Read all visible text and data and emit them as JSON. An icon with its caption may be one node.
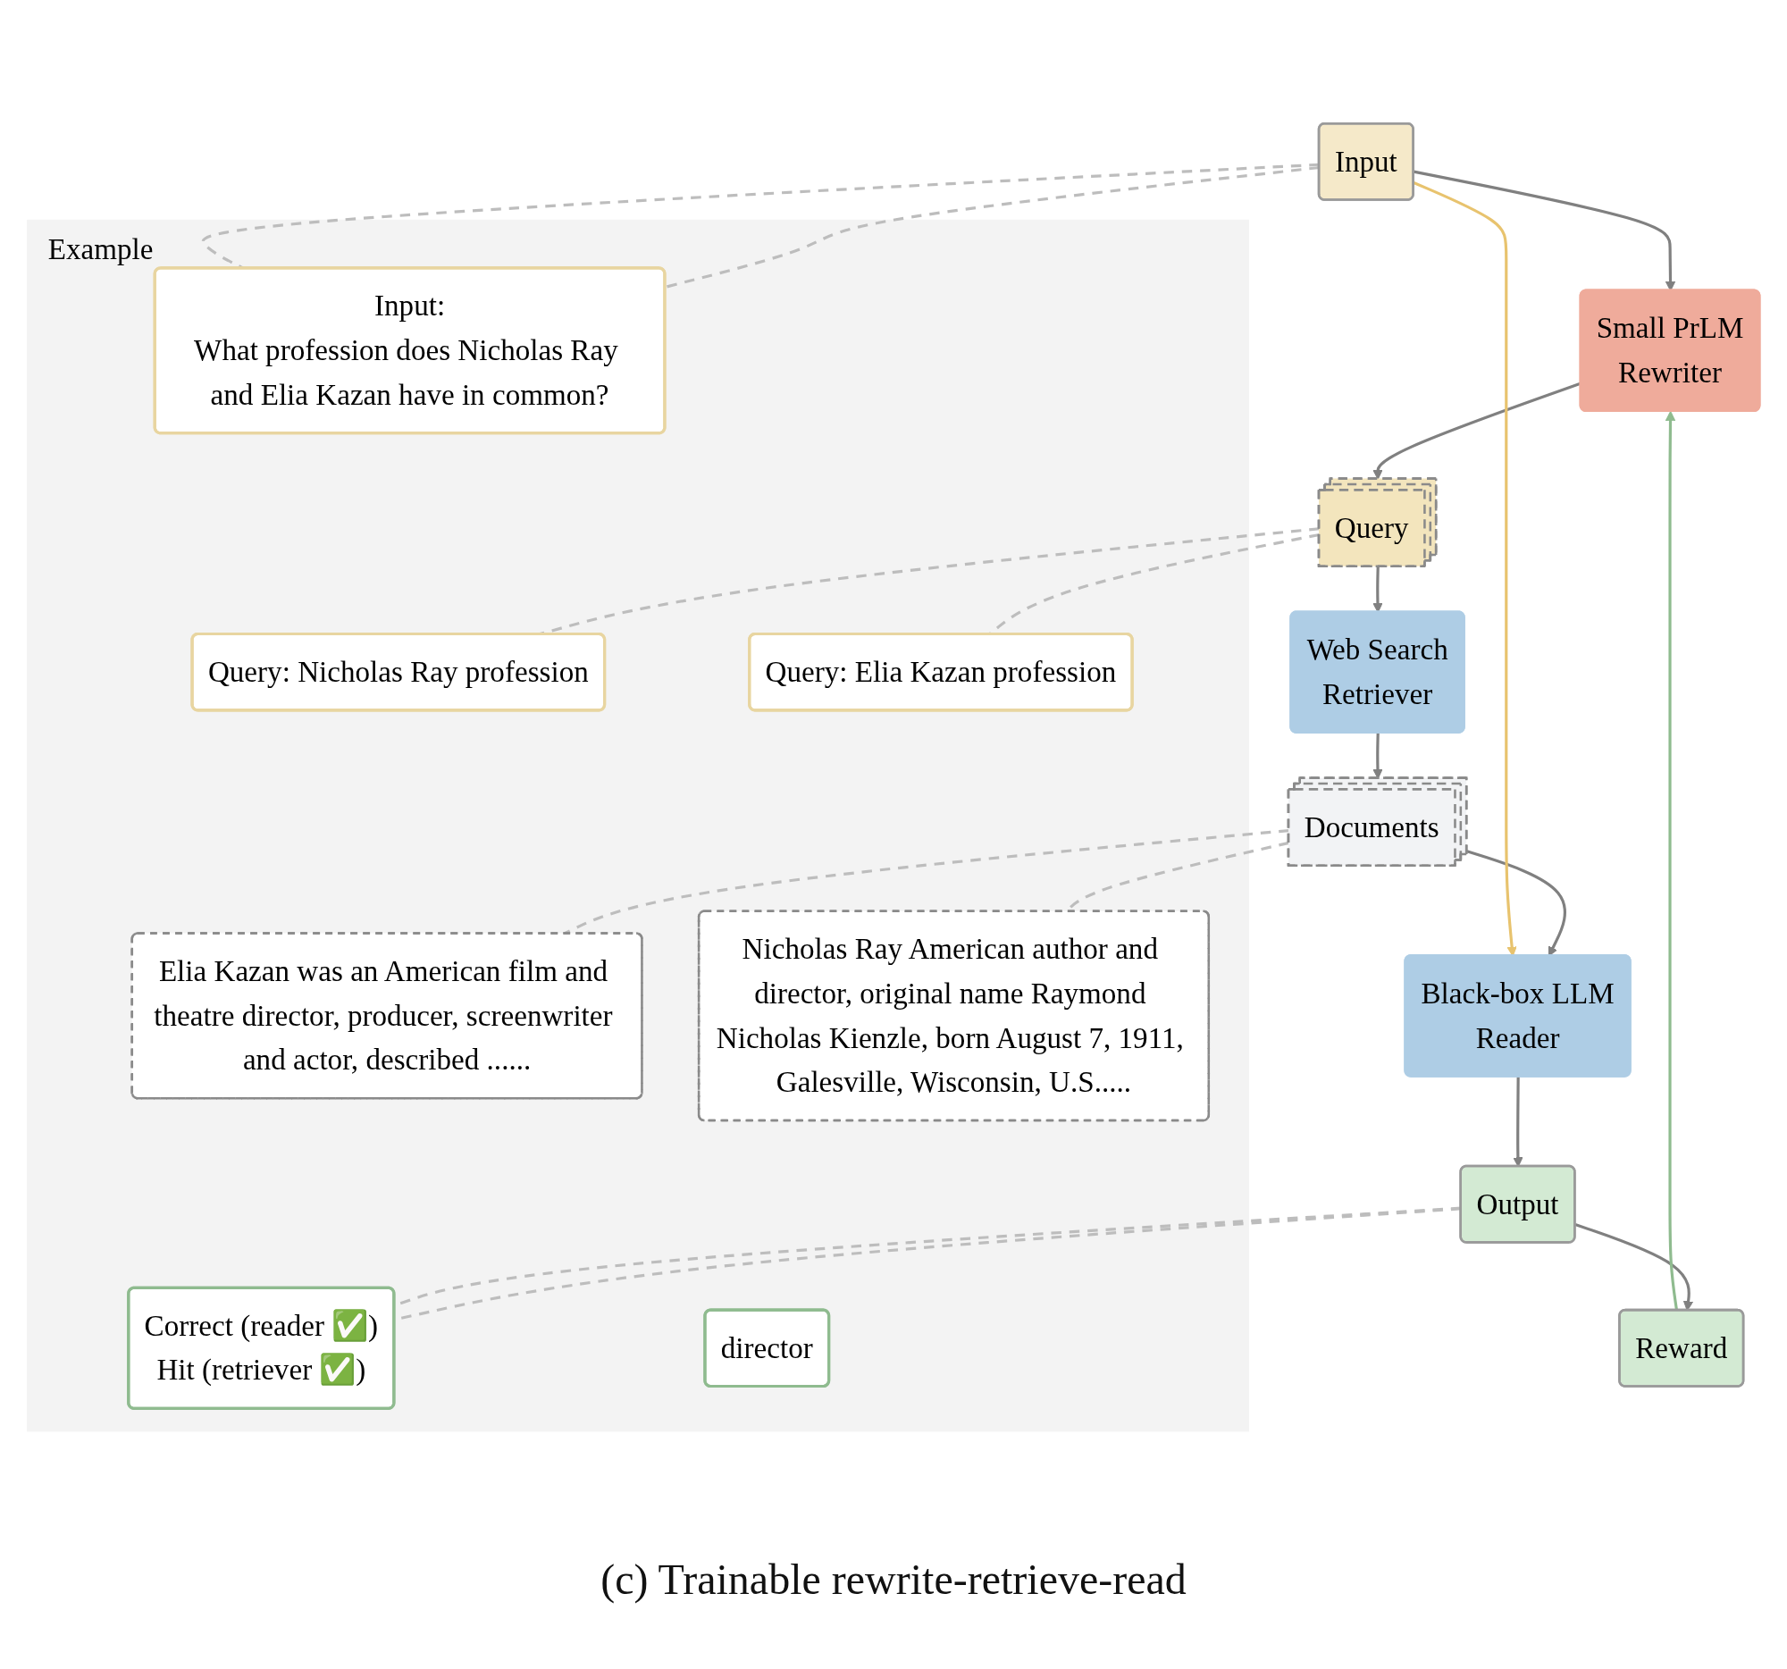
{
  "diagram": {
    "caption": "(c) Trainable rewrite-retrieve-read",
    "nodes": [
      {
        "text": [
          "Input"
        ]
      },
      {
        "text": [
          "Small PrLM",
          "Rewriter"
        ]
      },
      {
        "text": [
          "Query"
        ]
      },
      {
        "text": [
          "Web Search",
          "Retriever"
        ]
      },
      {
        "text": [
          "Documents"
        ]
      },
      {
        "text": [
          "Black-box LLM",
          "Reader"
        ]
      },
      {
        "text": [
          "Output"
        ]
      },
      {
        "text": [
          "Reward"
        ]
      },
      {
        "text": [
          "Example"
        ]
      },
      {
        "text": [
          "Input:",
          "What profession does Nicholas Ray and Elia Kazan have in common?"
        ],
        "in": 8
      },
      {
        "text": [
          "Query: Nicholas Ray profession"
        ],
        "in": 8
      },
      {
        "text": [
          "Query: Elia Kazan profession"
        ],
        "in": 8
      },
      {
        "text": [
          "Elia Kazan was an American film and theatre director, producer, screenwriter and actor, described ......"
        ],
        "in": 8
      },
      {
        "text": [
          "Nicholas Ray American author and director, original name Raymond Nicholas Kienzle, born August 7, 1911, Galesville, Wisconsin, U.S....."
        ],
        "in": 8
      },
      {
        "text": [
          "Correct (reader ✅)",
          "Hit (retriever ✅)"
        ],
        "in": 8
      },
      {
        "text": [
          "director"
        ],
        "in": 8
      }
    ],
    "edges": [
      {
        "from": 0,
        "to": 1,
        "arrow": "to"
      },
      {
        "from": 1,
        "to": 2,
        "arrow": "to"
      },
      {
        "from": 2,
        "to": 3,
        "arrow": "to"
      },
      {
        "from": 3,
        "to": 4,
        "arrow": "to"
      },
      {
        "from": 4,
        "to": 5,
        "arrow": "to"
      },
      {
        "from": 0,
        "to": 5,
        "arrow": "to",
        "color": "#e8c36e"
      },
      {
        "from": 5,
        "to": 6,
        "arrow": "to"
      },
      {
        "from": 6,
        "to": 7,
        "arrow": "to"
      },
      {
        "from": 7,
        "to": 1,
        "arrow": "to",
        "color": "#8fbb8f"
      },
      {
        "from": 0,
        "to": 9,
        "arrow": "none",
        "style": "dashed"
      },
      {
        "from": 0,
        "to": 9,
        "arrow": "none",
        "style": "dashed"
      },
      {
        "from": 2,
        "to": 10,
        "arrow": "none",
        "style": "dashed"
      },
      {
        "from": 2,
        "to": 11,
        "arrow": "none",
        "style": "dashed"
      },
      {
        "from": 4,
        "to": 12,
        "arrow": "none",
        "style": "dashed"
      },
      {
        "from": 4,
        "to": 13,
        "arrow": "none",
        "style": "dashed"
      },
      {
        "from": 6,
        "to": 14,
        "arrow": "none",
        "style": "dashed"
      },
      {
        "from": 6,
        "to": 14,
        "arrow": "none",
        "style": "dashed"
      }
    ]
  }
}
